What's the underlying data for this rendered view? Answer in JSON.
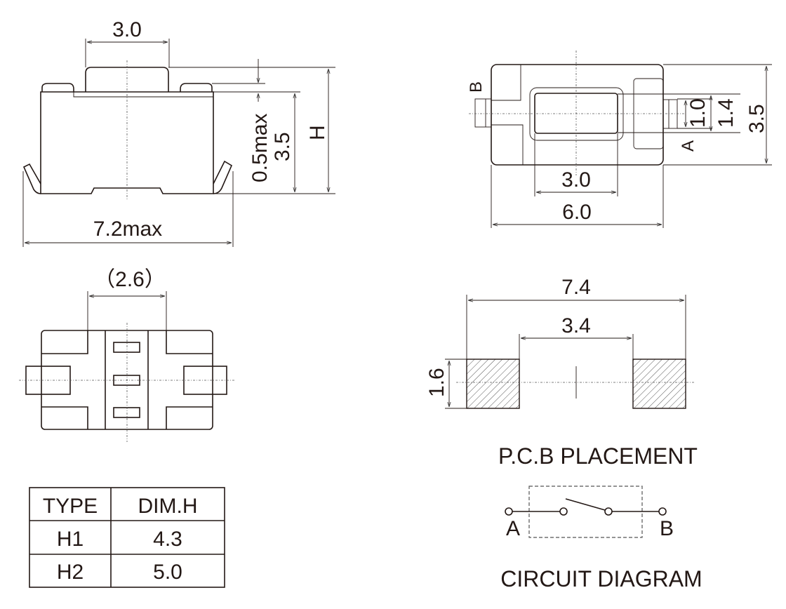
{
  "side_view": {
    "width_top": "3.0",
    "gap": "0.5max",
    "body_height": "3.5",
    "total_height": "H",
    "overall_width": "7.2max"
  },
  "top_view": {
    "terminal_b": "B",
    "terminal_a": "A",
    "plunger_width": "3.0",
    "body_width": "6.0",
    "terminal_width": "1.0",
    "plunger_inner": "1.4",
    "body_height": "3.5"
  },
  "bottom_view": {
    "spacing": "（2.6）"
  },
  "table": {
    "headers": [
      "TYPE",
      "DIM.H"
    ],
    "rows": [
      [
        "H1",
        "4.3"
      ],
      [
        "H2",
        "5.0"
      ]
    ]
  },
  "pcb": {
    "overall": "7.4",
    "gap": "3.4",
    "pad_height": "1.6",
    "title": "P.C.B PLACEMENT"
  },
  "circuit": {
    "label_a": "A",
    "label_b": "B",
    "title": "CIRCUIT DIAGRAM"
  }
}
